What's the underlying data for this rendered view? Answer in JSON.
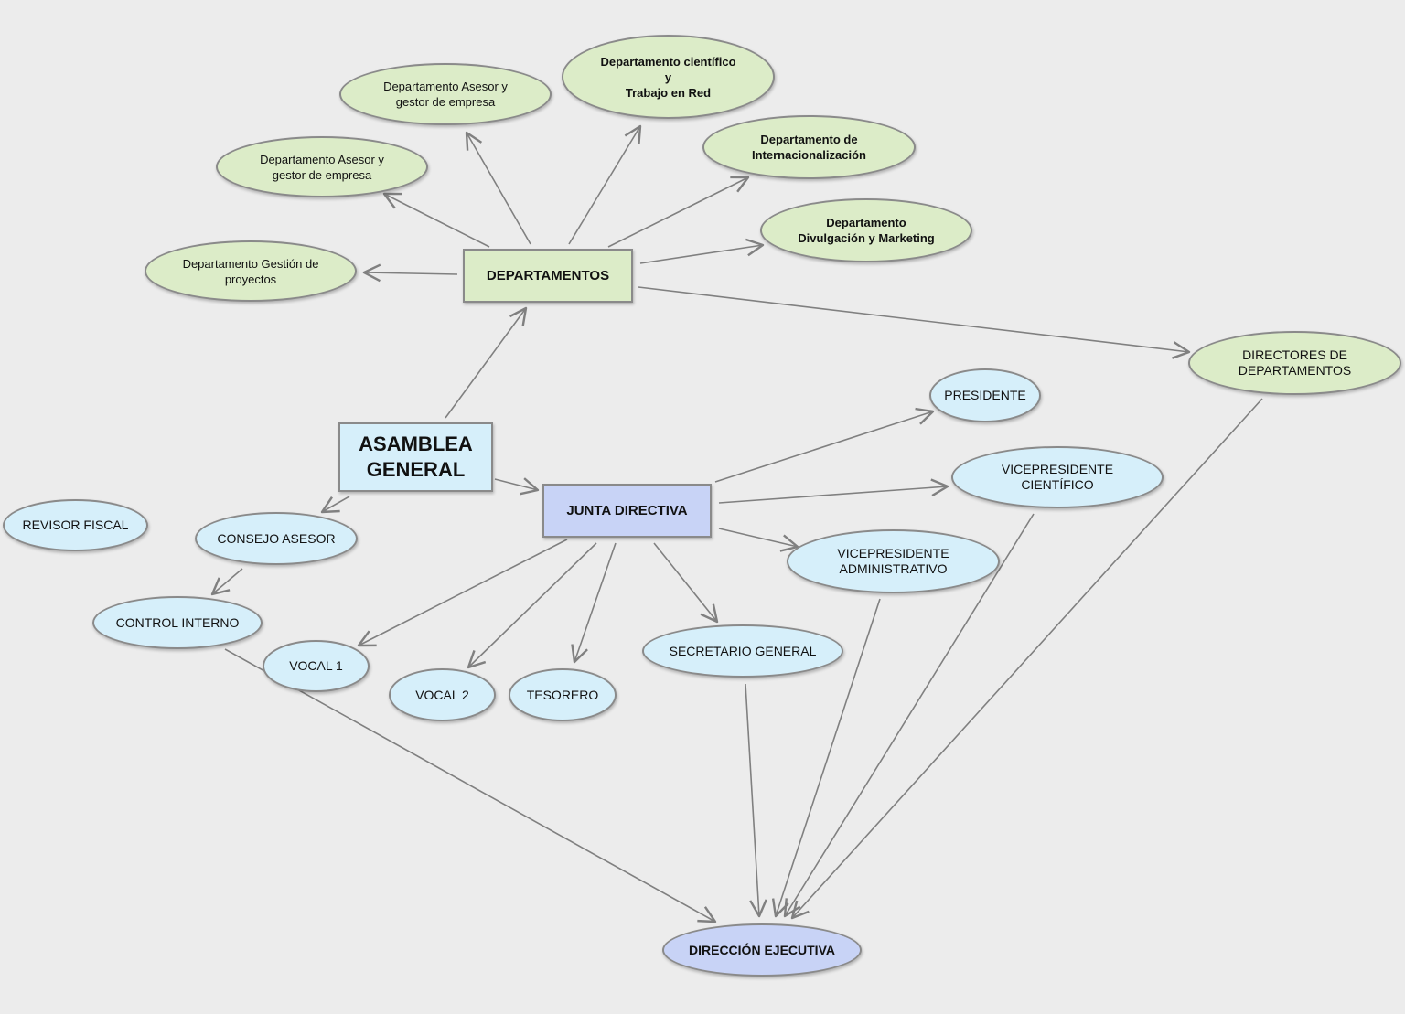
{
  "nodes": {
    "dep_asesor_1": "Departamento Asesor y\ngestor de empresa",
    "dep_asesor_2": "Departamento Asesor y\ngestor de empresa",
    "dep_cientifico": "Departamento científico\ny\nTrabajo en Red",
    "dep_internacionalizacion": "Departamento de\nInternacionalización",
    "dep_divulgacion": "Departamento\nDivulgación y Marketing",
    "dep_gestion": "Departamento Gestión de\nproyectos",
    "departamentos": "DEPARTAMENTOS",
    "directores": "DIRECTORES DE\nDEPARTAMENTOS",
    "presidente": "PRESIDENTE",
    "asamblea": "ASAMBLEA\nGENERAL",
    "vicepresidente_cientifico": "VICEPRESIDENTE\nCIENTÍFICO",
    "revisor": "REVISOR FISCAL",
    "consejo": "CONSEJO ASESOR",
    "junta": "JUNTA DIRECTIVA",
    "vicepresidente_admin": "VICEPRESIDENTE\nADMINISTRATIVO",
    "control": "CONTROL INTERNO",
    "secretario": "SECRETARIO GENERAL",
    "vocal1": "VOCAL 1",
    "vocal2": "VOCAL 2",
    "tesorero": "TESORERO",
    "direccion": "DIRECCIÓN EJECUTIVA"
  },
  "colors": {
    "green_fill": "#dcecc8",
    "blue_fill": "#d6effa",
    "lavender_fill": "#c8d3f6",
    "edge": "#808080"
  }
}
